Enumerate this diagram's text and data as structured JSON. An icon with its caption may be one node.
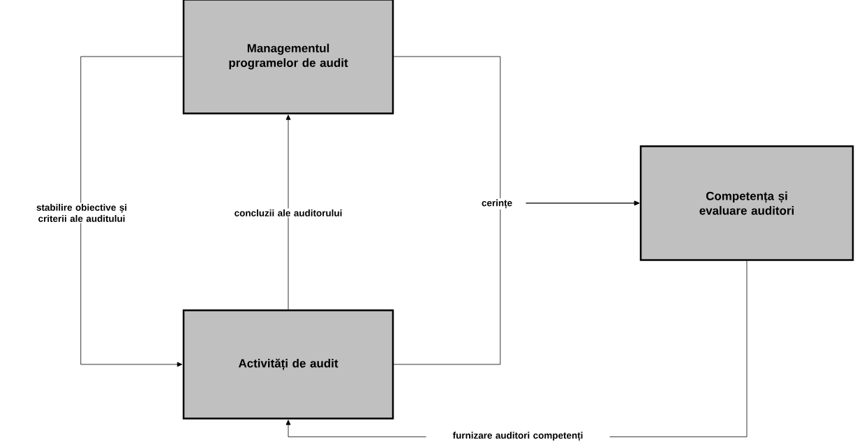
{
  "diagram": {
    "nodes": [
      {
        "text": [
          "Managementul programelor de audit"
        ]
      },
      {
        "text": [
          "Activități de audit"
        ]
      },
      {
        "text": [
          "Competența și evaluare auditori"
        ]
      }
    ],
    "edges": [
      {
        "from": 0,
        "to": 1,
        "arrow": "to",
        "label": "stabilire obiective și criterii ale auditului"
      },
      {
        "from": 1,
        "to": 0,
        "arrow": "to",
        "label": "concluzii ale auditorului"
      },
      {
        "from": 0,
        "to": 2,
        "arrow": "to",
        "label": "cerințe"
      },
      {
        "from": 1,
        "to": 2,
        "arrow": "to"
      },
      {
        "from": 2,
        "to": 1,
        "arrow": "to",
        "label": "furnizare auditori competenți"
      }
    ]
  }
}
